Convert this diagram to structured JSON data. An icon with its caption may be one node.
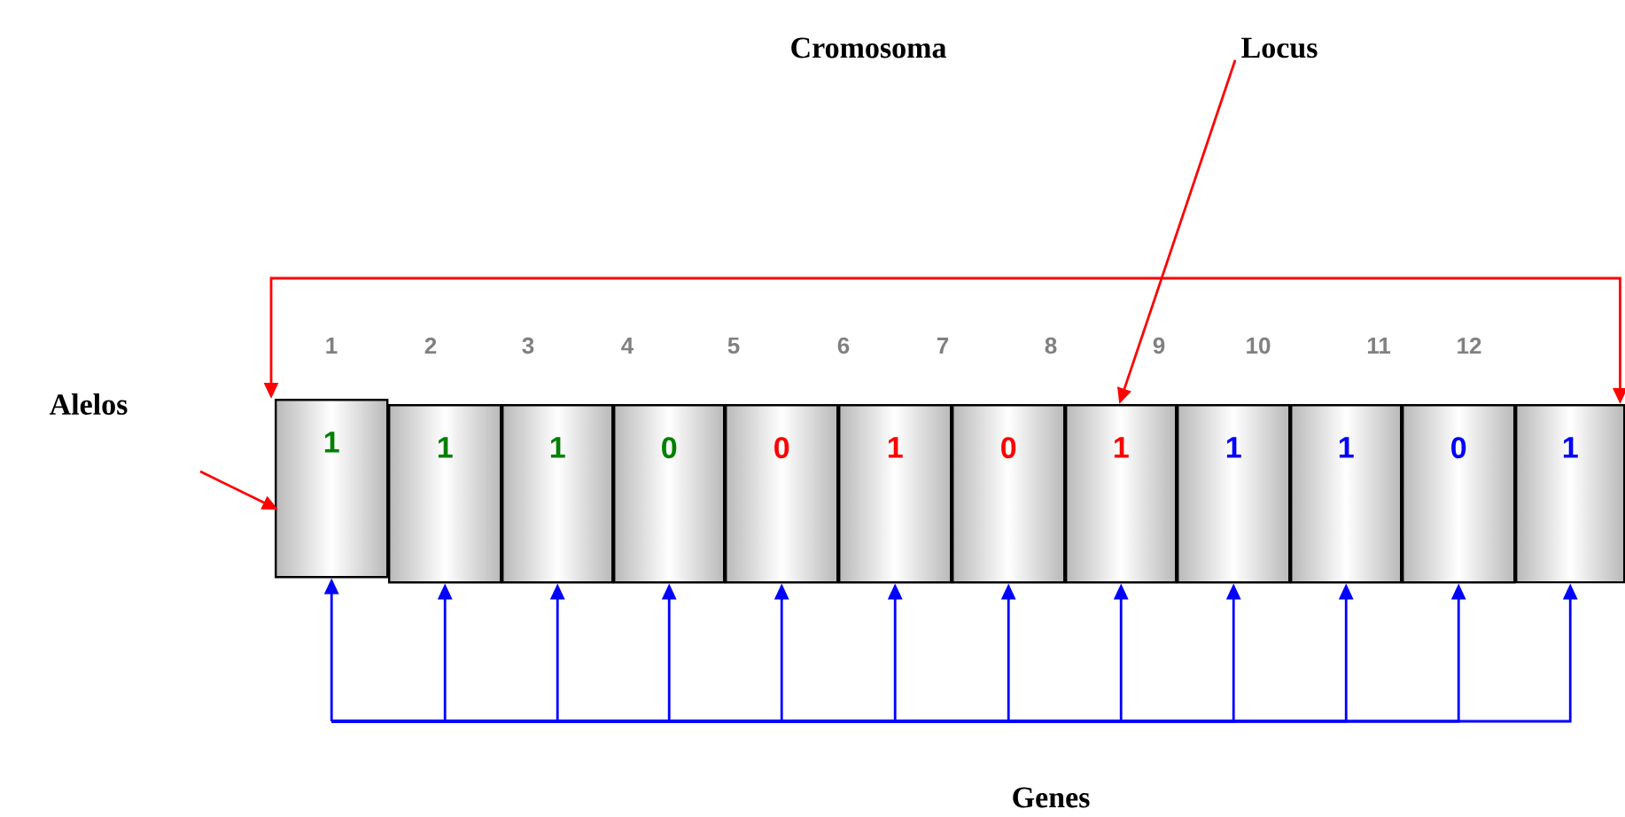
{
  "diagram": {
    "nodes": [
      {
        "text": [
          "Locus"
        ]
      },
      {
        "text": [
          "1"
        ],
        "beside": [
          "1"
        ]
      },
      {
        "text": [
          "1"
        ],
        "beside": [
          "2"
        ]
      },
      {
        "text": [
          "1"
        ],
        "beside": [
          "3"
        ]
      },
      {
        "text": [
          "0"
        ],
        "beside": [
          "4"
        ]
      },
      {
        "text": [
          "0"
        ],
        "beside": [
          "5"
        ]
      },
      {
        "text": [
          "1"
        ],
        "beside": [
          "6"
        ]
      },
      {
        "text": [
          "0"
        ],
        "beside": [
          "7"
        ]
      },
      {
        "text": [
          "1"
        ],
        "beside": [
          "8"
        ]
      },
      {
        "text": [
          "1"
        ],
        "beside": [
          "9"
        ]
      },
      {
        "text": [
          "1"
        ],
        "beside": [
          "10"
        ]
      },
      {
        "text": [
          "0"
        ],
        "beside": [
          "11"
        ]
      },
      {
        "text": [
          "1"
        ],
        "beside": [
          "12"
        ]
      }
    ],
    "edges": [
      {
        "from": 0,
        "to": 8,
        "arrow": "to",
        "color": "#ff0000"
      },
      {
        "from": 1,
        "to": 12,
        "arrow": "both",
        "color": "#ff0000"
      },
      {
        "from": null,
        "to": 1,
        "arrow": "to",
        "color": "#ff0000"
      },
      {
        "from": null,
        "to": 1,
        "arrow": "to"
      },
      {
        "from": null,
        "to": 2,
        "arrow": "to"
      },
      {
        "from": null,
        "to": 3,
        "arrow": "to"
      },
      {
        "from": null,
        "to": 4,
        "arrow": "to"
      },
      {
        "from": null,
        "to": 5,
        "arrow": "to"
      },
      {
        "from": null,
        "to": 6,
        "arrow": "to"
      },
      {
        "from": null,
        "to": 7,
        "arrow": "to"
      },
      {
        "from": null,
        "to": 8,
        "arrow": "to"
      },
      {
        "from": null,
        "to": 9,
        "arrow": "to"
      },
      {
        "from": null,
        "to": 10,
        "arrow": "to"
      },
      {
        "from": null,
        "to": 11,
        "arrow": "to"
      },
      {
        "from": null,
        "to": 12,
        "arrow": "to"
      }
    ],
    "labels": [
      "Cromosoma",
      "Alelos",
      "Genes"
    ]
  }
}
